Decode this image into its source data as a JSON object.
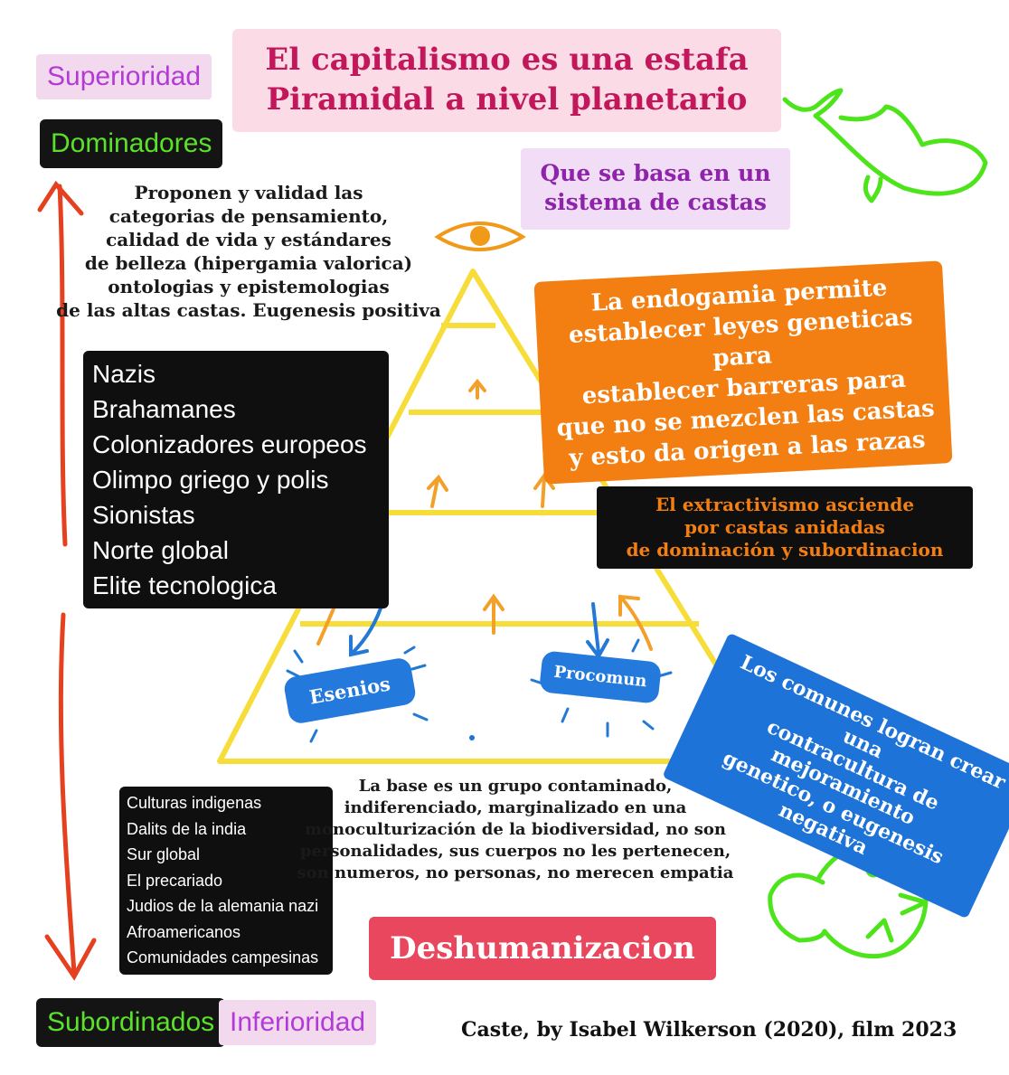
{
  "title": {
    "line1": "El capitalismo es una estafa",
    "line2": "Piramidal a nivel planetario"
  },
  "subtitle": {
    "line1": "Que se basa en un",
    "line2": "sistema de castas"
  },
  "top_labels": {
    "superioridad": "Superioridad",
    "dominadores": "Dominadores"
  },
  "bottom_labels": {
    "subordinados": "Subordinados",
    "inferioridad": "Inferioridad"
  },
  "top_paragraph": [
    "Proponen y validad las",
    "categorias de pensamiento,",
    "calidad de vida y estándares",
    "de belleza (hipergamia valorica)",
    "ontologias y epistemologias",
    "de las altas castas. Eugenesis positiva"
  ],
  "upper_castes": [
    "Nazis",
    "Brahamanes",
    "Colonizadores europeos",
    "Olimpo griego y polis",
    "Sionistas",
    "Norte global",
    "Elite tecnologica"
  ],
  "orange_note": [
    "La endogamia permite",
    "establecer leyes geneticas para",
    "establecer barreras para",
    "que no se mezclen las castas",
    "y esto da origen a las razas"
  ],
  "extract_note": [
    "El extractivismo asciende",
    "por castas anidadas",
    "de dominación y subordinacion"
  ],
  "blue_note": [
    "Los comunes logran crear una",
    "contracultura de mejoramiento",
    "genetico, o eugenesis negativa"
  ],
  "pyramid": {
    "left_pill": "Esenios",
    "right_pill": "Procomun"
  },
  "lower_castes": [
    "Culturas indigenas",
    "Dalits de la india",
    "Sur global",
    "El precariado",
    "Judios de la alemania nazi",
    "Afroamericanos",
    "Comunidades campesinas"
  ],
  "base_paragraph": [
    "La base es un grupo contaminado,",
    "indiferenciado, marginalizado en una",
    "monoculturización de la biodiversidad, no son",
    "personalidades, sus cuerpos no les pertenecen,",
    "son numeros, no personas, no merecen empatia"
  ],
  "dehumanization": "Deshumanizacion",
  "credit": "Caste, by Isabel Wilkerson (2020), film 2023",
  "colors": {
    "pyramid": "#f6dd3a",
    "orange": "#f37f13",
    "blue": "#1e73d8",
    "red_arrow": "#e5401f",
    "green_doodle": "#4ee41b",
    "pink_title": "#c2185b"
  }
}
